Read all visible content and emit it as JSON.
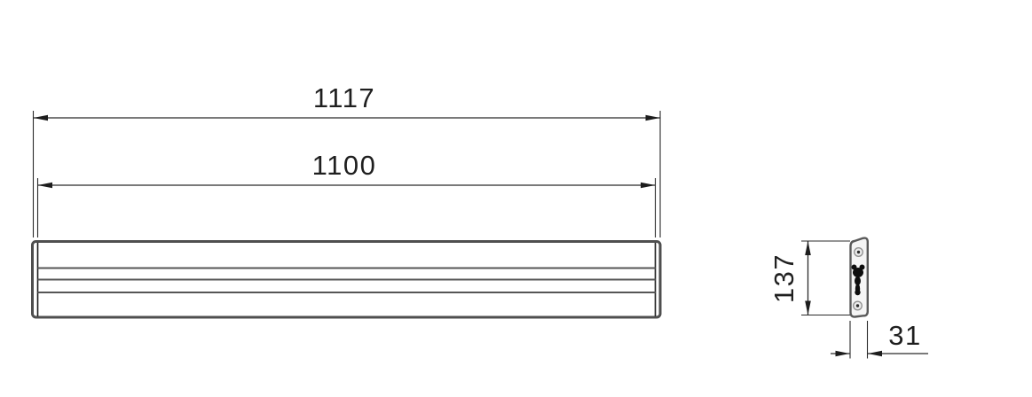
{
  "dimensions": {
    "overall_length": "1117",
    "inner_length": "1100",
    "side_height": "137",
    "side_depth": "31"
  },
  "colors": {
    "background": "#ffffff",
    "dimension_line": "#2b2b2b",
    "object_outline": "#4f4f4f",
    "detail_line": "#565656",
    "text": "#1f1f1f",
    "profile_fill": "#f5f5f5",
    "connector_silhouette": "#0e0e0e"
  }
}
